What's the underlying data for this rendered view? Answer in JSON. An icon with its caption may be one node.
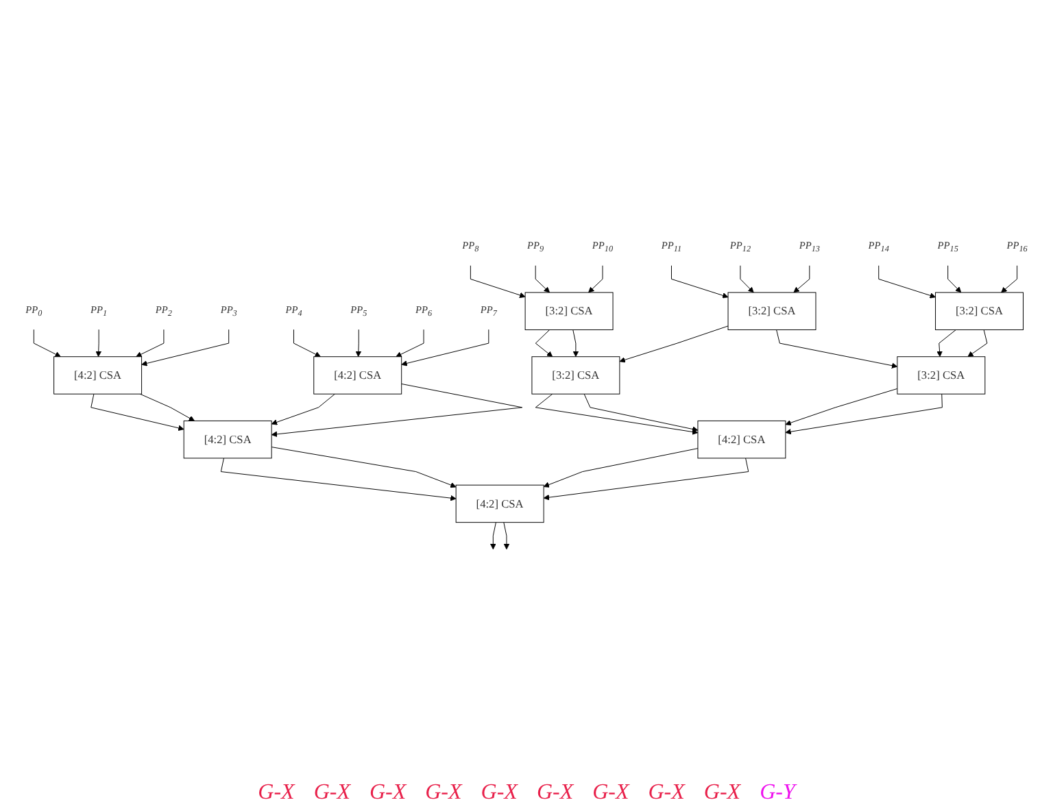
{
  "diagram": {
    "nodes": [
      {
        "text": [
          "PP$_{0}$"
        ]
      },
      {
        "text": [
          "PP$_{1}$"
        ]
      },
      {
        "text": [
          "PP$_{2}$"
        ]
      },
      {
        "text": [
          "PP$_{3}$"
        ]
      },
      {
        "text": [
          "PP$_{4}$"
        ]
      },
      {
        "text": [
          "PP$_{5}$"
        ]
      },
      {
        "text": [
          "PP$_{6}$"
        ]
      },
      {
        "text": [
          "PP$_{7}$"
        ]
      },
      {
        "text": [
          "PP$_{8}$"
        ]
      },
      {
        "text": [
          "PP$_{9}$"
        ]
      },
      {
        "text": [
          "PP$_{10}$"
        ]
      },
      {
        "text": [
          "PP$_{11}$"
        ]
      },
      {
        "text": [
          "PP$_{12}$"
        ]
      },
      {
        "text": [
          "PP$_{13}$"
        ]
      },
      {
        "text": [
          "PP$_{14}$"
        ]
      },
      {
        "text": [
          "PP$_{15}$"
        ]
      },
      {
        "text": [
          "PP$_{16}$"
        ]
      },
      {
        "text": [
          "[4:2] CSA"
        ]
      },
      {
        "text": [
          "[4:2] CSA"
        ]
      },
      {
        "text": [
          "[3:2] CSA"
        ]
      },
      {
        "text": [
          "[3:2] CSA"
        ]
      },
      {
        "text": [
          "[3:2] CSA"
        ]
      },
      {
        "text": [
          "[3:2] CSA"
        ]
      },
      {
        "text": [
          "[3:2] CSA"
        ]
      },
      {
        "text": [
          "[4:2] CSA"
        ]
      },
      {
        "text": [
          "[4:2] CSA"
        ]
      },
      {
        "text": [
          "[4:2] CSA"
        ]
      }
    ],
    "edges": [
      {
        "from": 0,
        "to": 17,
        "arrow": "to"
      },
      {
        "from": 1,
        "to": 17,
        "arrow": "to"
      },
      {
        "from": 2,
        "to": 17,
        "arrow": "to"
      },
      {
        "from": 3,
        "to": 17,
        "arrow": "to"
      },
      {
        "from": 4,
        "to": 18,
        "arrow": "to"
      },
      {
        "from": 5,
        "to": 18,
        "arrow": "to"
      },
      {
        "from": 6,
        "to": 18,
        "arrow": "to"
      },
      {
        "from": 7,
        "to": 18,
        "arrow": "to"
      },
      {
        "from": 8,
        "to": 19,
        "arrow": "to"
      },
      {
        "from": 9,
        "to": 19,
        "arrow": "to"
      },
      {
        "from": 10,
        "to": 19,
        "arrow": "to"
      },
      {
        "from": 11,
        "to": 20,
        "arrow": "to"
      },
      {
        "from": 12,
        "to": 20,
        "arrow": "to"
      },
      {
        "from": 13,
        "to": 20,
        "arrow": "to"
      },
      {
        "from": 14,
        "to": 21,
        "arrow": "to"
      },
      {
        "from": 15,
        "to": 21,
        "arrow": "to"
      },
      {
        "from": 16,
        "to": 21,
        "arrow": "to"
      },
      {
        "from": 17,
        "to": 24,
        "arrow": "to"
      },
      {
        "from": 17,
        "to": 24,
        "arrow": "to"
      },
      {
        "from": 18,
        "to": 24,
        "arrow": "to"
      },
      {
        "from": 18,
        "to": 24,
        "arrow": "to"
      },
      {
        "from": 19,
        "to": 22,
        "arrow": "to"
      },
      {
        "from": 19,
        "to": 22,
        "arrow": "to"
      },
      {
        "from": 20,
        "to": 22,
        "arrow": "to"
      },
      {
        "from": 20,
        "to": 23,
        "arrow": "to"
      },
      {
        "from": 21,
        "to": 23,
        "arrow": "to"
      },
      {
        "from": 21,
        "to": 23,
        "arrow": "to"
      },
      {
        "from": 22,
        "to": 25,
        "arrow": "to"
      },
      {
        "from": 22,
        "to": 25,
        "arrow": "to"
      },
      {
        "from": 23,
        "to": 25,
        "arrow": "to"
      },
      {
        "from": 23,
        "to": 25,
        "arrow": "to"
      },
      {
        "from": 24,
        "to": 26,
        "arrow": "to"
      },
      {
        "from": 24,
        "to": 26,
        "arrow": "to"
      },
      {
        "from": 25,
        "to": 26,
        "arrow": "to"
      },
      {
        "from": 25,
        "to": 26,
        "arrow": "to"
      },
      {
        "from": 26,
        "to": null,
        "arrow": "to"
      },
      {
        "from": 26,
        "to": null,
        "arrow": "to"
      }
    ],
    "labels": [
      "G-X",
      "G-X",
      "G-X",
      "G-X",
      "G-X",
      "G-X",
      "G-X",
      "G-X",
      "G-X",
      "G-Y"
    ]
  }
}
